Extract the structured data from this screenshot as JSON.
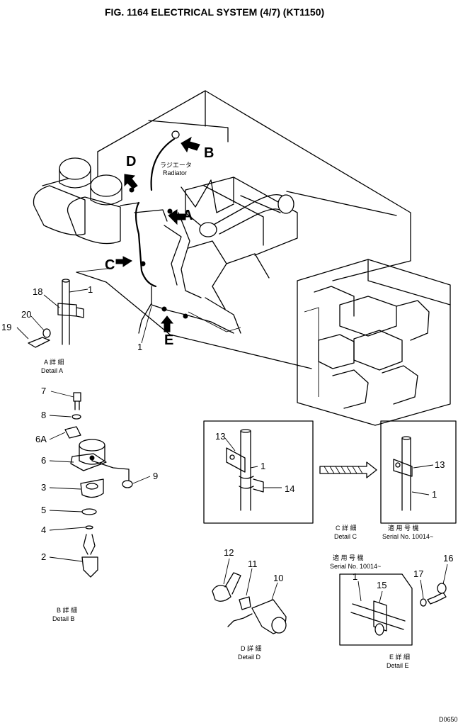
{
  "title": "FIG. 1164   ELECTRICAL SYSTEM (4/7) (KT1150)",
  "view_letters": [
    "A",
    "B",
    "C",
    "D",
    "E"
  ],
  "radiator_label_jp": "ラジエータ",
  "radiator_label": "Radiator",
  "callouts": {
    "p1_detailA": "1",
    "p18": "18",
    "p20": "20",
    "p19": "19",
    "p1_main": "1",
    "p7": "7",
    "p8": "8",
    "p6A": "6A",
    "p6": "6",
    "p9": "9",
    "p3": "3",
    "p5": "5",
    "p4": "4",
    "p2": "2",
    "p13_c": "13",
    "p1_c": "1",
    "p14": "14",
    "p13_s": "13",
    "p1_s": "1",
    "p12": "12",
    "p11": "11",
    "p10": "10",
    "p16": "16",
    "p17": "17",
    "p1_e": "1",
    "p15": "15"
  },
  "captions": {
    "detail_a_jp": "A 詳 細",
    "detail_a": "Detail  A",
    "detail_b_jp": "B 詳 細",
    "detail_b": "Detail  B",
    "detail_c_jp": "C 詳 細",
    "detail_c": "Detail  C",
    "serial_top_jp": "適 用 号 機",
    "serial_top": "Serial  No.  10014~",
    "serial_e_jp": "適 用 号 機",
    "serial_e": "Serial  No.  10014~",
    "detail_d_jp": "D 詳 細",
    "detail_d": "Detail  D",
    "detail_e_jp": "E 詳 細",
    "detail_e": "Detail  E"
  },
  "corner_code": "D0650"
}
